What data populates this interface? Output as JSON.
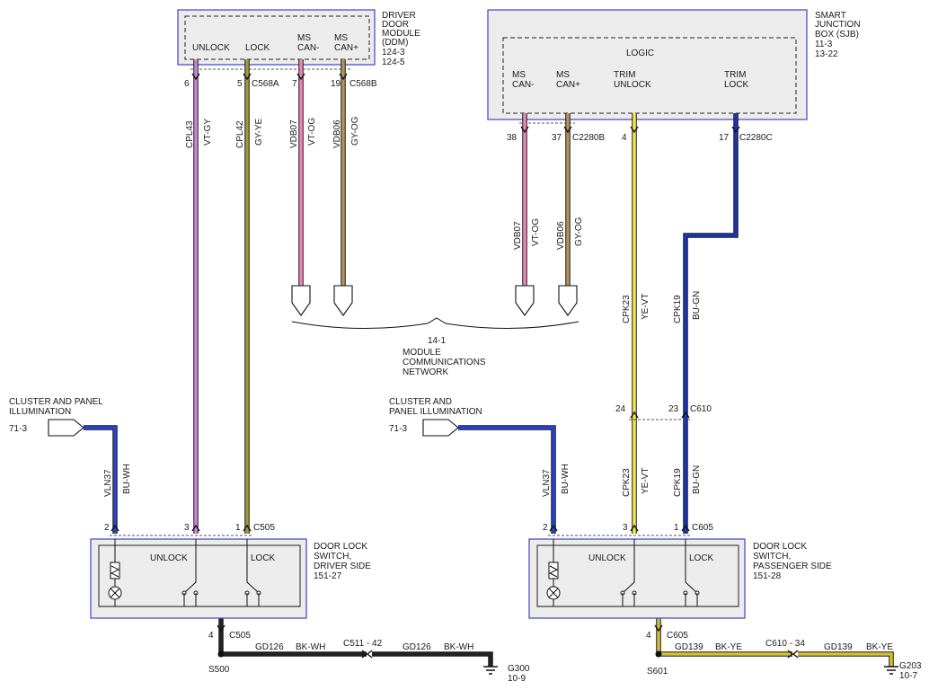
{
  "colors": {
    "vt_gy": "#cc88d8",
    "gy_ye": "#9b9b40",
    "vt_og": "#ee86b8",
    "gy_og": "#b0965a",
    "ye_vt": "#f6ea3a",
    "bu_gn": "#1a34b2",
    "bu_wh": "#2a44c8",
    "bk_wh": "#222222",
    "bk_ye": "#d4c030",
    "frame": "#4a52c8"
  },
  "ddm": {
    "title": [
      "DRIVER",
      "DOOR",
      "MODULE",
      "(DDM)",
      "124-3",
      "124-5"
    ],
    "pins": {
      "unlock": "UNLOCK",
      "lock": "LOCK",
      "can_minus": [
        "MS",
        "CAN-"
      ],
      "can_plus": [
        "MS",
        "CAN+"
      ]
    },
    "pin_numbers": [
      "6",
      "5",
      "7",
      "19"
    ],
    "connectors": [
      "C568A",
      "C568B"
    ]
  },
  "sjb": {
    "title": [
      "SMART",
      "JUNCTION",
      "BOX (SJB)",
      "11-3",
      "13-22"
    ],
    "logic": "LOGIC",
    "pins": {
      "can_minus": [
        "MS",
        "CAN-"
      ],
      "can_plus": [
        "MS",
        "CAN+"
      ],
      "trim_unlock": [
        "TRIM",
        "UNLOCK"
      ],
      "trim_lock": [
        "TRIM",
        "LOCK"
      ]
    },
    "pin_numbers": [
      "38",
      "37",
      "4",
      "17"
    ],
    "connectors": [
      "C2280B",
      "C2280C"
    ]
  },
  "wires": {
    "cpl43": {
      "circuit": "CPL43",
      "color": "VT-GY"
    },
    "cpl42": {
      "circuit": "CPL42",
      "color": "GY-YE"
    },
    "vdb07": {
      "circuit": "VDB07",
      "color": "VT-OG"
    },
    "vdb06": {
      "circuit": "VDB06",
      "color": "GY-OG"
    },
    "cpk23": {
      "circuit": "CPK23",
      "color": "YE-VT"
    },
    "cpk19": {
      "circuit": "CPK19",
      "color": "BU-GN"
    },
    "vln37": {
      "circuit": "VLN37",
      "color": "BU-WH"
    }
  },
  "network": {
    "ref": "14-1",
    "label": [
      "MODULE",
      "COMMUNICATIONS",
      "NETWORK"
    ]
  },
  "c610": {
    "name": "C610",
    "pins": [
      "24",
      "23"
    ]
  },
  "illum_left": {
    "label": [
      "CLUSTER AND PANEL",
      "ILLUMINATION"
    ],
    "ref": "71-3"
  },
  "illum_right": {
    "label": [
      "CLUSTER AND",
      "PANEL ILLUMINATION"
    ],
    "ref": "71-3"
  },
  "switch_driver": {
    "title": [
      "DOOR LOCK",
      "SWITCH,",
      "DRIVER SIDE",
      "151-27"
    ],
    "unlock": "UNLOCK",
    "lock": "LOCK",
    "connector": "C505",
    "pins": [
      "2",
      "3",
      "1"
    ],
    "ground_pin": "4"
  },
  "switch_passenger": {
    "title": [
      "DOOR LOCK",
      "SWITCH,",
      "PASSENGER SIDE",
      "151-28"
    ],
    "unlock": "UNLOCK",
    "lock": "LOCK",
    "connector": "C605",
    "pins": [
      "2",
      "3",
      "1"
    ],
    "ground_pin": "4"
  },
  "ground_left": {
    "splice": "S500",
    "connector": "C505",
    "pin": "4",
    "circuit": "GD126",
    "color": "BK-WH",
    "inline": "C511 - 42",
    "ground": "G300",
    "ref": "10-9"
  },
  "ground_right": {
    "splice": "S601",
    "connector": "C605",
    "pin": "4",
    "circuit": "GD139",
    "color": "BK-YE",
    "inline": "C610 - 34",
    "ground": "G203",
    "ref": "10-7"
  }
}
